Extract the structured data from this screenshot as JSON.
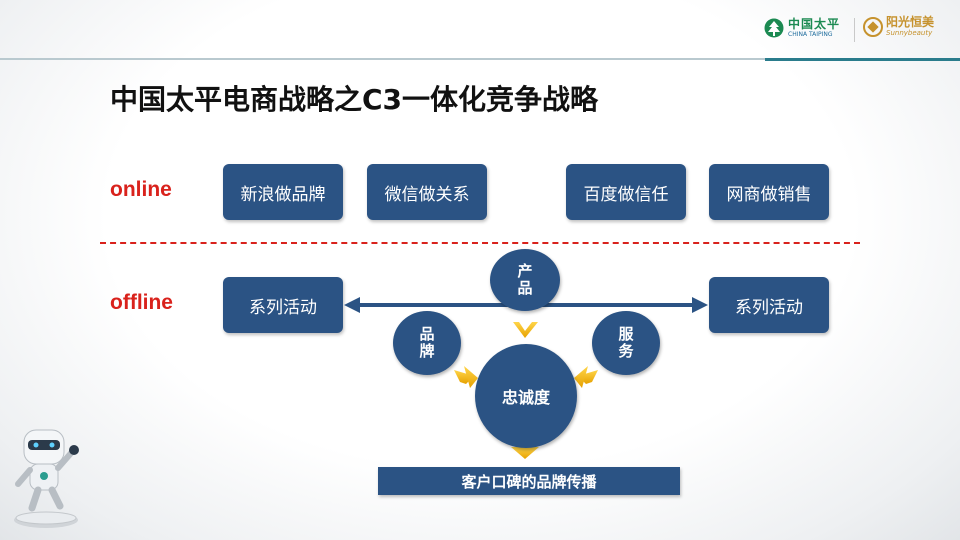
{
  "header": {
    "logo_left": {
      "cn": "中国太平",
      "en": "CHINA TAIPING"
    },
    "logo_right": {
      "cn": "阳光恒美",
      "en": "Sunnybeauty"
    }
  },
  "title": "中国太平电商战略之C3一体化竞争战略",
  "online": {
    "label": "online",
    "boxes": [
      "新浪做品牌",
      "微信做关系",
      "百度做信任",
      "网商做销售"
    ]
  },
  "offline": {
    "label": "offline",
    "left_box": "系列活动",
    "right_box": "系列活动",
    "circle_top": "产品",
    "circle_left": "品牌",
    "circle_right": "服务",
    "circle_center": "忠诚度"
  },
  "bottom_bar": "客户口碑的品牌传播",
  "colors": {
    "box": "#2b5384",
    "accent_red": "#d9221c",
    "arrow_gold": "#f2b400"
  }
}
